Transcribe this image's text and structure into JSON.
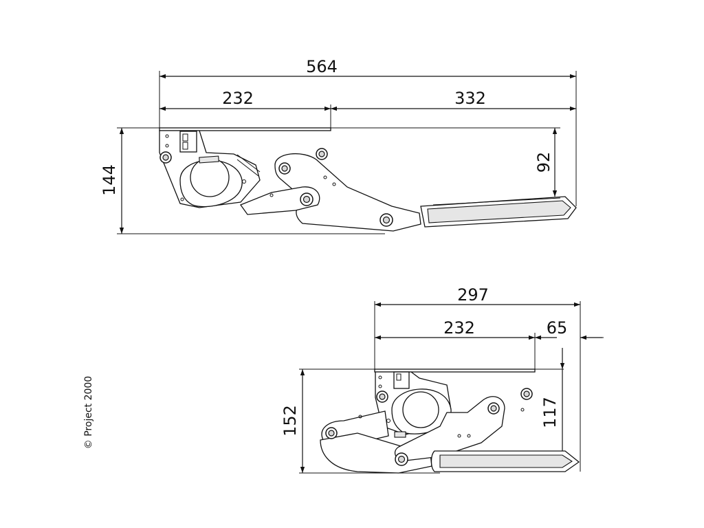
{
  "copyright": "© Project 2000",
  "view_extended": {
    "dim_overall_width": "564",
    "dim_left_width": "232",
    "dim_right_width": "332",
    "dim_total_height": "144",
    "dim_step_height": "92"
  },
  "view_folded": {
    "dim_overall_width": "297",
    "dim_left_width": "232",
    "dim_right_width": "65",
    "dim_total_height": "152",
    "dim_step_height": "117"
  },
  "colors": {
    "ink": "#111111",
    "shade": "#e6e6e6"
  }
}
